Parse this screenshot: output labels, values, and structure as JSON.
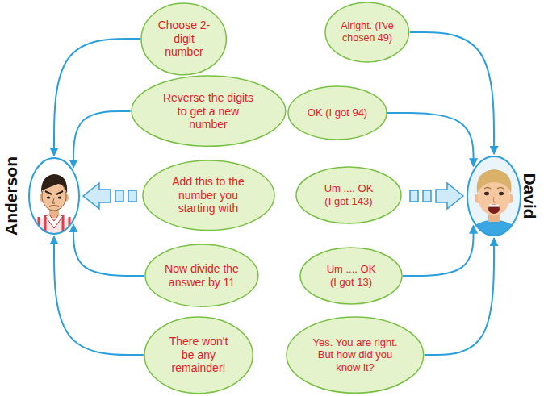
{
  "diagram": {
    "nodes": [
      {
        "text": [
          "Choose 2-digit number"
        ]
      },
      {
        "text": [
          "Alright. (I've chosen 49)"
        ]
      },
      {
        "text": [
          "Reverse the digits to get a new number"
        ]
      },
      {
        "text": [
          "OK (I got 94)"
        ]
      },
      {
        "text": [
          "Anderson"
        ]
      },
      {
        "text": [
          "Add this to the number you starting with"
        ]
      },
      {
        "text": [
          "Um .... OK (I got 143)"
        ]
      },
      {
        "text": [
          "David"
        ]
      },
      {
        "text": [
          "Now divide the answer by 11"
        ]
      },
      {
        "text": [
          "Um .... OK (I got 13)"
        ]
      },
      {
        "text": [
          "There won't be any remainder!"
        ]
      },
      {
        "text": [
          "Yes. You are right. But how did you know it?"
        ]
      }
    ],
    "edges": [
      {
        "from": 0,
        "to": 4,
        "arrow": "to"
      },
      {
        "from": 2,
        "to": 4,
        "arrow": "to"
      },
      {
        "from": 5,
        "to": 4,
        "arrow": "to"
      },
      {
        "from": 8,
        "to": 4,
        "arrow": "to"
      },
      {
        "from": 10,
        "to": 4,
        "arrow": "to"
      },
      {
        "from": 1,
        "to": 7,
        "arrow": "to"
      },
      {
        "from": 3,
        "to": 7,
        "arrow": "to"
      },
      {
        "from": 6,
        "to": 7,
        "arrow": "to"
      },
      {
        "from": 9,
        "to": 7,
        "arrow": "to"
      },
      {
        "from": 11,
        "to": 7,
        "arrow": "to"
      }
    ]
  }
}
